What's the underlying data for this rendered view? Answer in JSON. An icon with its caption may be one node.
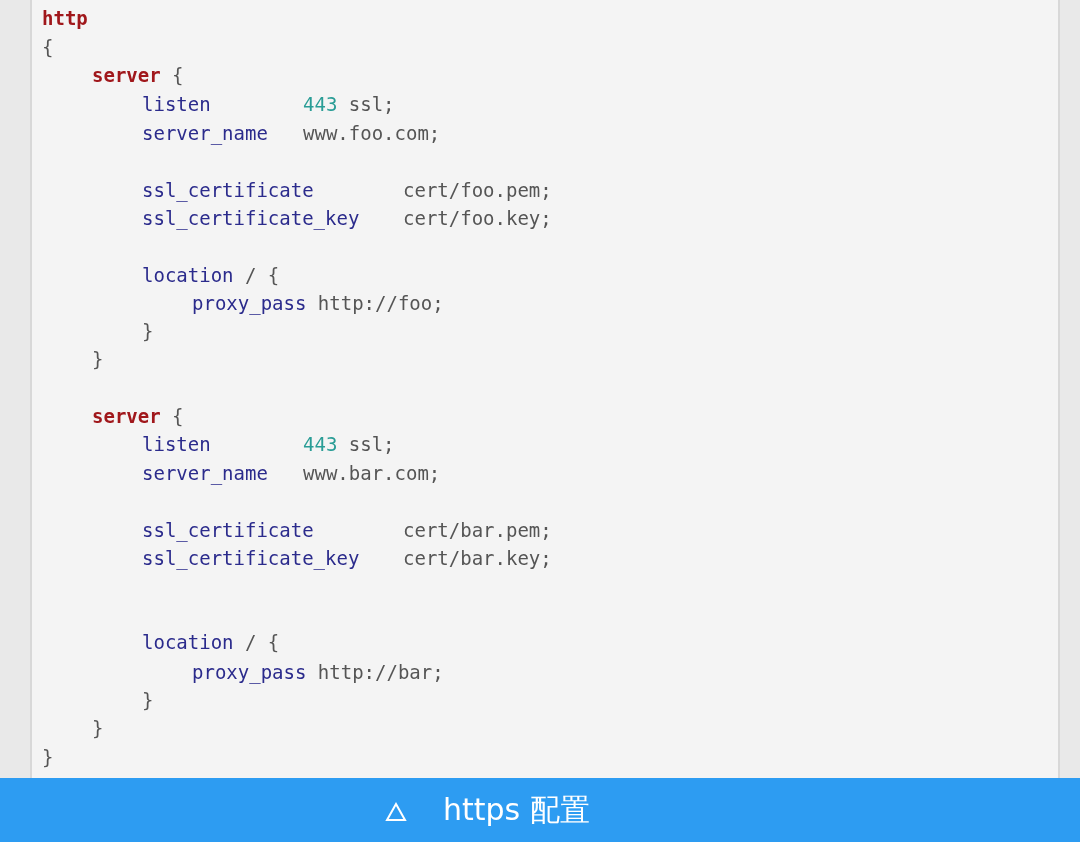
{
  "diagram": {
    "caption": "https 配置",
    "labels": [
      "http",
      "{",
      "server {",
      "listen 443 ssl;",
      "server_name www.foo.com;",
      "ssl_certificate cert/foo.pem;",
      "ssl_certificate_key cert/foo.key;",
      "location / {",
      "proxy_pass http://foo;",
      "}",
      "}",
      "server {",
      "listen 443 ssl;",
      "server_name www.bar.com;",
      "ssl_certificate cert/bar.pem;",
      "ssl_certificate_key cert/bar.key;",
      "location / {",
      "proxy_pass http://bar;",
      "}",
      "}",
      "}"
    ]
  }
}
